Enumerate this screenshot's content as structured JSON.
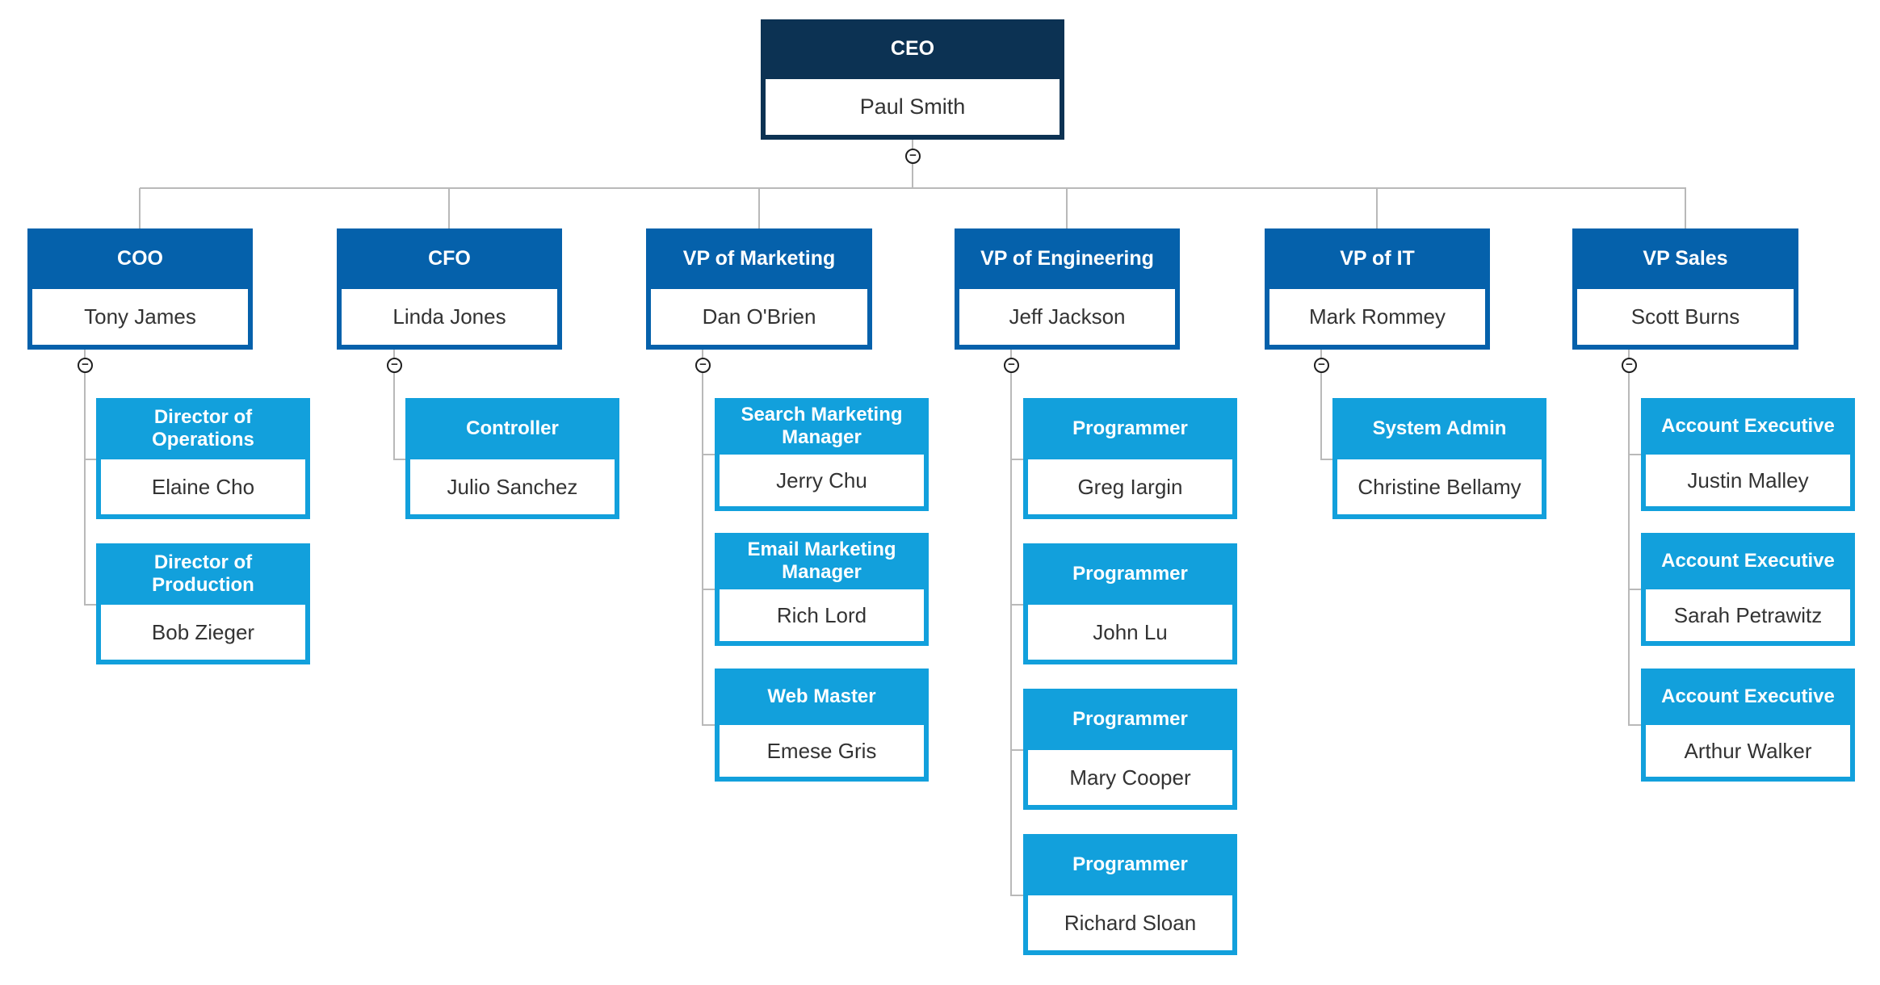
{
  "chart": {
    "type": "org-chart",
    "root": {
      "title": "CEO",
      "name": "Paul Smith"
    },
    "branches": [
      {
        "title": "COO",
        "name": "Tony James",
        "children": [
          {
            "title": "Director of Operations",
            "name": "Elaine Cho"
          },
          {
            "title": "Director of Production",
            "name": "Bob Zieger"
          }
        ]
      },
      {
        "title": "CFO",
        "name": "Linda Jones",
        "children": [
          {
            "title": "Controller",
            "name": "Julio Sanchez"
          }
        ]
      },
      {
        "title": "VP of Marketing",
        "name": "Dan O'Brien",
        "children": [
          {
            "title": "Search Marketing Manager",
            "name": "Jerry Chu"
          },
          {
            "title": "Email Marketing Manager",
            "name": "Rich Lord"
          },
          {
            "title": "Web Master",
            "name": "Emese Gris"
          }
        ]
      },
      {
        "title": "VP of Engineering",
        "name": "Jeff Jackson",
        "children": [
          {
            "title": "Programmer",
            "name": "Greg Iargin"
          },
          {
            "title": "Programmer",
            "name": "John Lu"
          },
          {
            "title": "Programmer",
            "name": "Mary Cooper"
          },
          {
            "title": "Programmer",
            "name": "Richard Sloan"
          }
        ]
      },
      {
        "title": "VP of IT",
        "name": "Mark Rommey",
        "children": [
          {
            "title": "System Admin",
            "name": "Christine Bellamy"
          }
        ]
      },
      {
        "title": "VP Sales",
        "name": "Scott Burns",
        "children": [
          {
            "title": "Account Executive",
            "name": "Justin Malley"
          },
          {
            "title": "Account Executive",
            "name": "Sarah Petrawitz"
          },
          {
            "title": "Account Executive",
            "name": "Arthur Walker"
          }
        ]
      }
    ],
    "icons": {
      "collapse": "−"
    },
    "colors": {
      "root_header": "#0c3253",
      "manager_header": "#0561ab",
      "staff_header": "#12a0dc",
      "header_text": "#ffffff",
      "name_text": "#333333",
      "connector": "#b9b9b9"
    }
  }
}
